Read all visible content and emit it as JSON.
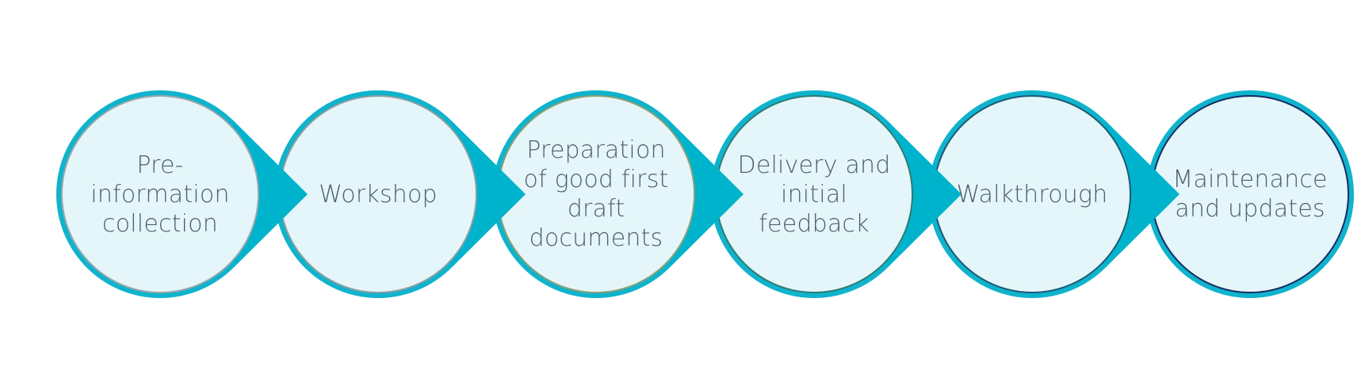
{
  "colors": {
    "outer_ring": "#0fb3cc",
    "arrow": "#00b3cc",
    "circle_fill": "#e4f6f9",
    "text": "#4f5d6e"
  },
  "steps": [
    {
      "label": "Pre-\ninformation\ncollection",
      "inner_border": "#9aa7ad"
    },
    {
      "label": "Workshop",
      "inner_border": "#8b9ea4"
    },
    {
      "label": "Preparation\nof good first\ndraft\ndocuments",
      "inner_border": "#8da076"
    },
    {
      "label": "Delivery and\ninitial\nfeedback",
      "inner_border": "#2e7c76"
    },
    {
      "label": "Walkthrough",
      "inner_border": "#1d5a78"
    },
    {
      "label": "Maintenance\nand updates",
      "inner_border": "#162d64"
    }
  ]
}
